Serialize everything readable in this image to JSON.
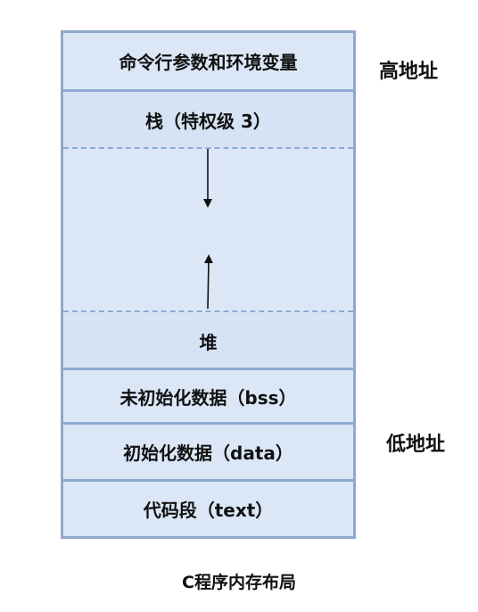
{
  "regions": {
    "args_env": "命令行参数和环境变量",
    "stack": "栈（特权级 3）",
    "heap": "堆",
    "bss": "未初始化数据（bss）",
    "data": "初始化数据（data）",
    "text": "代码段（text）"
  },
  "labels": {
    "high_address": "高地址",
    "low_address": "低地址"
  },
  "caption": "C程序内存布局"
}
